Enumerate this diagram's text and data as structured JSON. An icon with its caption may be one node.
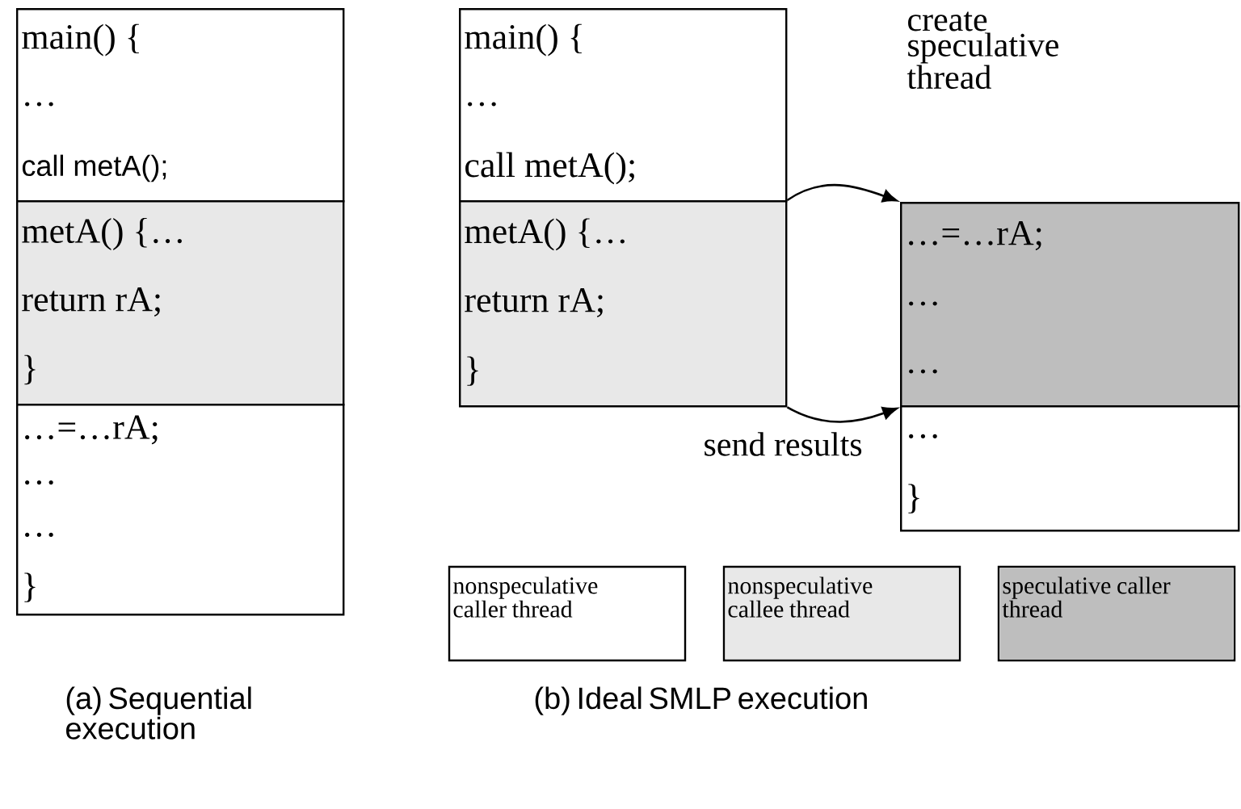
{
  "diagram": {
    "nodes": [
      {
        "text": [
          "main() {",
          "…",
          "call metA();"
        ]
      },
      {
        "text": [
          "metA() {…",
          "return rA;",
          "}"
        ]
      },
      {
        "text": [
          "…=…rA;",
          "…",
          "…",
          "}"
        ]
      },
      {
        "text": [
          "main() {",
          "…",
          "call metA();"
        ]
      },
      {
        "text": [
          "metA() {…",
          "return rA;",
          "}"
        ]
      },
      {
        "text": [
          "…=…rA;",
          "…",
          "…"
        ]
      },
      {
        "text": [
          "…",
          "}"
        ]
      }
    ],
    "edges": [
      {
        "from": 4,
        "to": 5,
        "arrow": "to",
        "label": "create speculative thread"
      },
      {
        "from": 4,
        "to": 5,
        "arrow": "to",
        "label": "send results"
      }
    ],
    "labels": [
      "(a) Sequential execution",
      "(b) Ideal SMLP execution"
    ],
    "legend": [
      {
        "text": "nonspeculative caller thread",
        "color": "#ffffff"
      },
      {
        "text": "nonspeculative callee thread",
        "color": "#e8e8e8"
      },
      {
        "text": "speculative caller thread",
        "color": "#bebebe"
      }
    ]
  }
}
